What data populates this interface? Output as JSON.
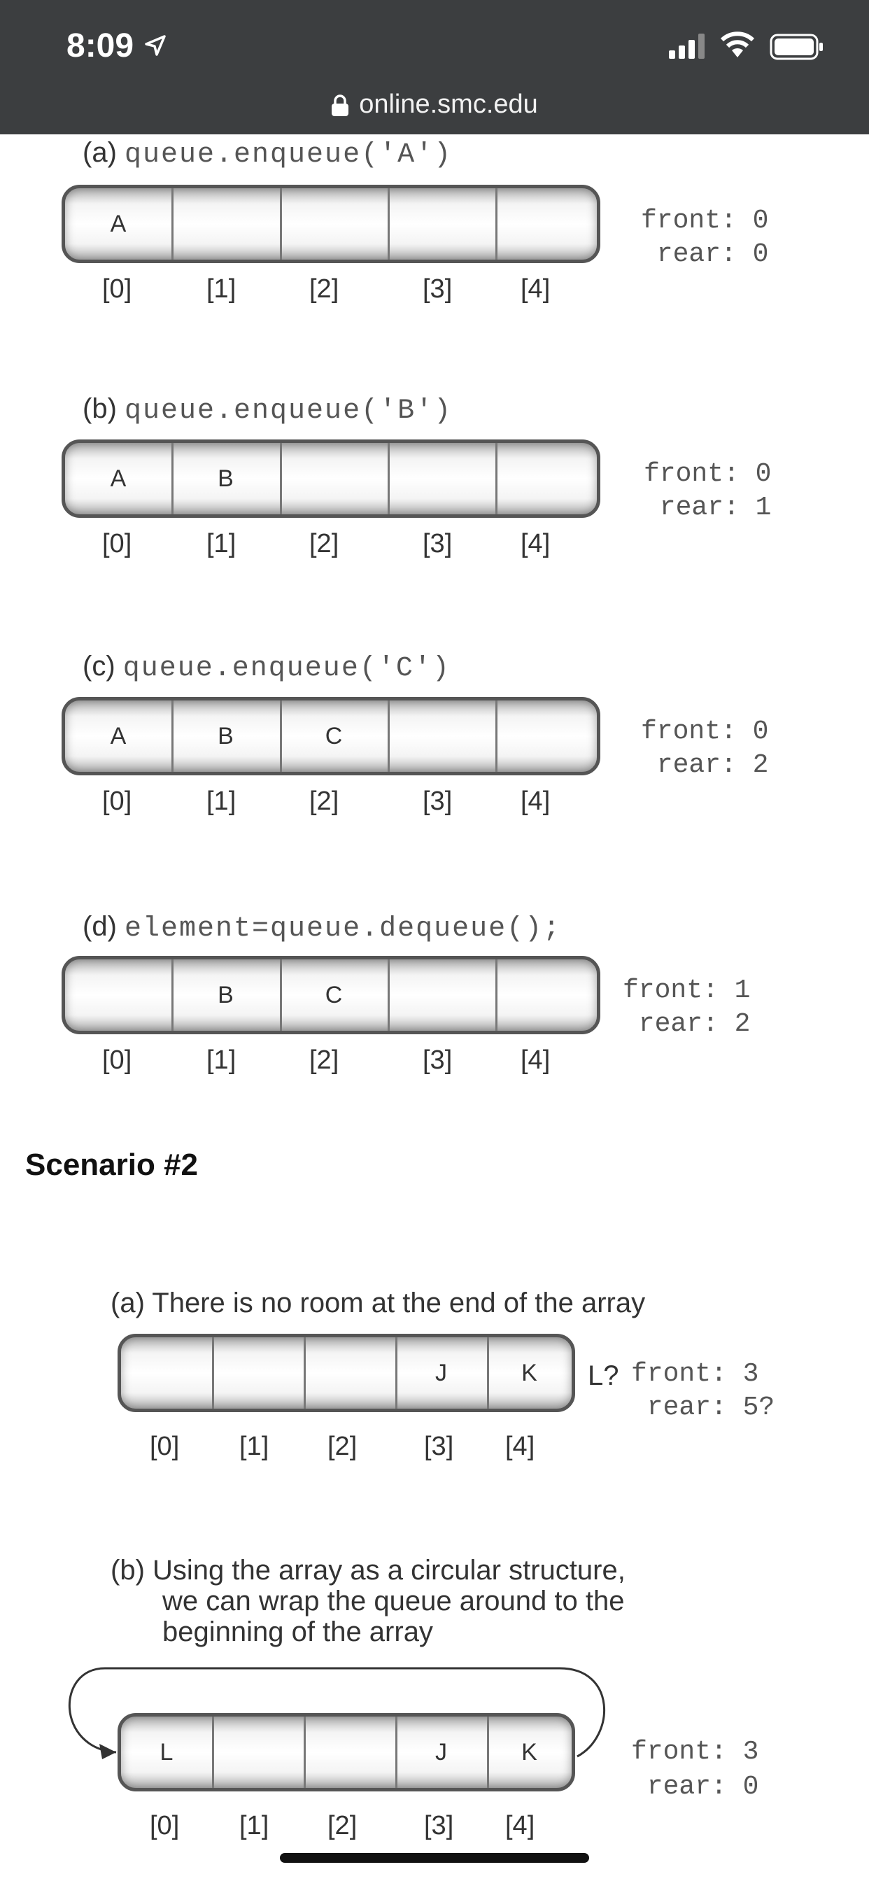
{
  "status": {
    "time": "8:09",
    "url": "online.smc.edu"
  },
  "scenario1": {
    "panels": [
      {
        "tag": "(a)",
        "code": "queue.enqueue('A')",
        "cells": [
          "A",
          "",
          "",
          "",
          ""
        ],
        "indices": [
          "[0]",
          "[1]",
          "[2]",
          "[3]",
          "[4]"
        ],
        "front": "front: 0",
        "rear": " rear: 0"
      },
      {
        "tag": "(b)",
        "code": "queue.enqueue('B')",
        "cells": [
          "A",
          "B",
          "",
          "",
          ""
        ],
        "indices": [
          "[0]",
          "[1]",
          "[2]",
          "[3]",
          "[4]"
        ],
        "front": "front: 0",
        "rear": " rear: 1"
      },
      {
        "tag": "(c)",
        "code": "queue.enqueue('C')",
        "cells": [
          "A",
          "B",
          "C",
          "",
          ""
        ],
        "indices": [
          "[0]",
          "[1]",
          "[2]",
          "[3]",
          "[4]"
        ],
        "front": "front: 0",
        "rear": " rear: 2"
      },
      {
        "tag": "(d)",
        "code": "element=queue.dequeue();",
        "cells": [
          "",
          "B",
          "C",
          "",
          ""
        ],
        "indices": [
          "[0]",
          "[1]",
          "[2]",
          "[3]",
          "[4]"
        ],
        "front": "front: 1",
        "rear": " rear: 2"
      }
    ]
  },
  "scenario2": {
    "heading": "Scenario #2",
    "panels": [
      {
        "tag": "(a)",
        "desc": [
          "There is no room at the end of the array"
        ],
        "cells": [
          "",
          "",
          "",
          "J",
          "K"
        ],
        "indices": [
          "[0]",
          "[1]",
          "[2]",
          "[3]",
          "[4]"
        ],
        "overflow": "L?",
        "front": "front: 3",
        "rear": " rear: 5?"
      },
      {
        "tag": "(b)",
        "desc": [
          "Using the array as a circular structure,",
          "we can wrap the queue around to the",
          "beginning of the array"
        ],
        "cells": [
          "L",
          "",
          "",
          "J",
          "K"
        ],
        "indices": [
          "[0]",
          "[1]",
          "[2]",
          "[3]",
          "[4]"
        ],
        "front": "front: 3",
        "rear": " rear: 0"
      }
    ]
  }
}
